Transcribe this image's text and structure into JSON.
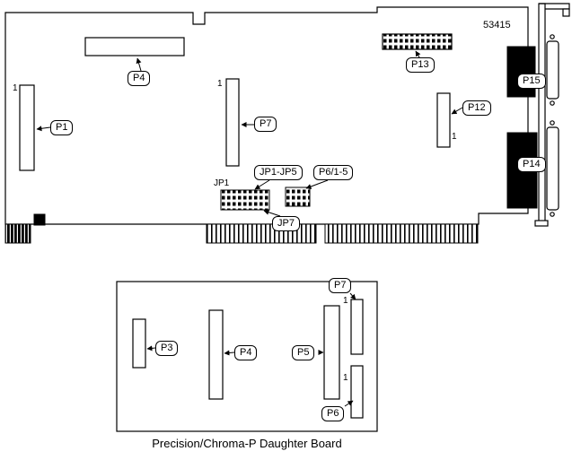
{
  "diagram": {
    "colors": {
      "line": "#000000",
      "background": "#ffffff",
      "connector_fill": "#000000"
    },
    "main_board": {
      "part_number": "53415",
      "callouts": {
        "p1": "P1",
        "p4": "P4",
        "p7": "P7",
        "p12": "P12",
        "p13": "P13",
        "p14": "P14",
        "p15": "P15",
        "jp1_jp5": "JP1-JP5",
        "p6_1_5": "P6/1-5",
        "jp7": "JP7"
      },
      "silkscreen": {
        "jp1": "JP1",
        "pin1": "1"
      }
    },
    "daughter_board": {
      "caption": "Precision/Chroma-P Daughter Board",
      "callouts": {
        "p3": "P3",
        "p4": "P4",
        "p5": "P5",
        "p6": "P6",
        "p7": "P7"
      },
      "silkscreen": {
        "pin1": "1"
      }
    }
  }
}
